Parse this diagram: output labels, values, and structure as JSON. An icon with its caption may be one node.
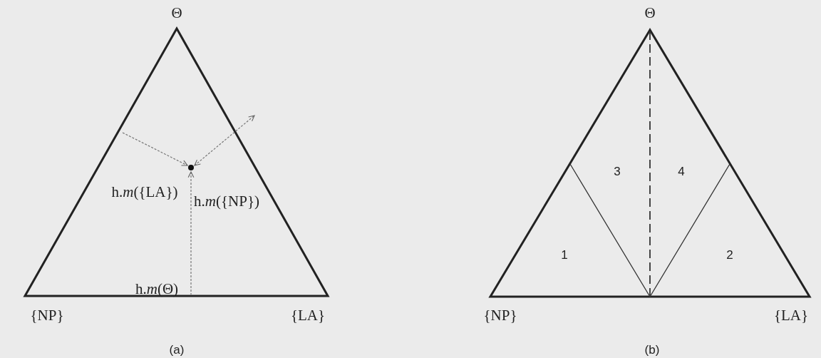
{
  "diagram": {
    "labels": [
      "Θ",
      "h.*m*({LA})",
      "h.*m*({NP})",
      "h.*m*(Θ)",
      "{NP}",
      "{LA}",
      "(a)",
      "Θ",
      "3",
      "4",
      "1",
      "2",
      "{NP}",
      "{LA}",
      "(b)"
    ]
  }
}
